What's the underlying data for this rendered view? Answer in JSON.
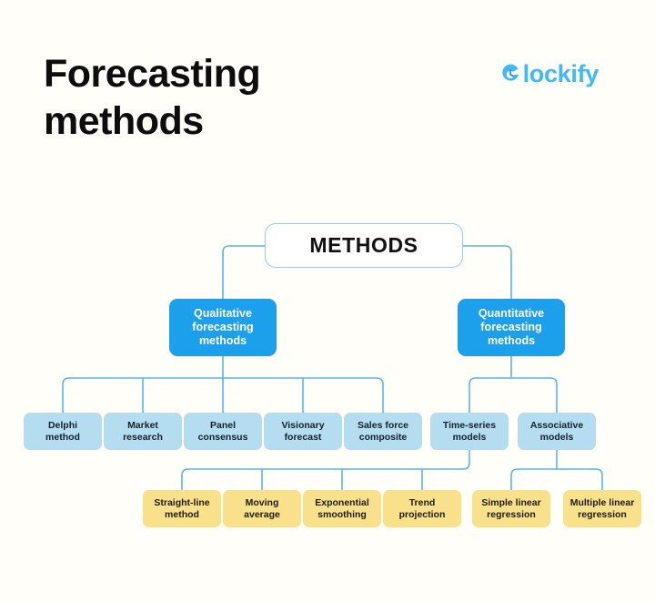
{
  "header": {
    "title": "Forecasting\nmethods",
    "brand": {
      "name": "lockify",
      "mark": "clock-c-icon",
      "color": "#3FBAF6"
    }
  },
  "colors": {
    "background": "#FFFEF8",
    "root_border": "#8ED2F2",
    "root_fill": "#FFFFFF",
    "level1_fill": "#1CA0EB",
    "level1_text": "#FFFFFF",
    "level2_fill": "#B4DDF0",
    "level2_text": "#14202B",
    "level3_fill": "#F9E08A",
    "level3_text": "#1D1A0E",
    "connector": "#55B8E5"
  },
  "chart_data": {
    "type": "diagram",
    "title": "Forecasting methods",
    "layout": "tree",
    "root": {
      "id": "methods",
      "label": "METHODS",
      "level": 0
    },
    "nodes": [
      {
        "id": "qualitative",
        "label": "Qualitative\nforecasting\nmethods",
        "level": 1,
        "parent": "methods"
      },
      {
        "id": "quantitative",
        "label": "Quantitative\nforecasting\nmethods",
        "level": 1,
        "parent": "methods"
      },
      {
        "id": "delphi",
        "label": "Delphi\nmethod",
        "level": 2,
        "parent": "qualitative"
      },
      {
        "id": "market",
        "label": "Market\nresearch",
        "level": 2,
        "parent": "qualitative"
      },
      {
        "id": "panel",
        "label": "Panel\nconsensus",
        "level": 2,
        "parent": "qualitative"
      },
      {
        "id": "visionary",
        "label": "Visionary\nforecast",
        "level": 2,
        "parent": "qualitative"
      },
      {
        "id": "salesforce",
        "label": "Sales force\ncomposite",
        "level": 2,
        "parent": "qualitative"
      },
      {
        "id": "timeseries",
        "label": "Time-series\nmodels",
        "level": 2,
        "parent": "quantitative"
      },
      {
        "id": "associative",
        "label": "Associative\nmodels",
        "level": 2,
        "parent": "quantitative"
      },
      {
        "id": "straightline",
        "label": "Straight-line\nmethod",
        "level": 3,
        "parent": "timeseries"
      },
      {
        "id": "movingavg",
        "label": "Moving\naverage",
        "level": 3,
        "parent": "timeseries"
      },
      {
        "id": "expsmoothing",
        "label": "Exponential\nsmoothing",
        "level": 3,
        "parent": "timeseries"
      },
      {
        "id": "trendproj",
        "label": "Trend\nprojection",
        "level": 3,
        "parent": "timeseries"
      },
      {
        "id": "simplelinear",
        "label": "Simple linear\nregression",
        "level": 3,
        "parent": "associative"
      },
      {
        "id": "multilinear",
        "label": "Multiple linear\nregression",
        "level": 3,
        "parent": "associative"
      }
    ]
  }
}
